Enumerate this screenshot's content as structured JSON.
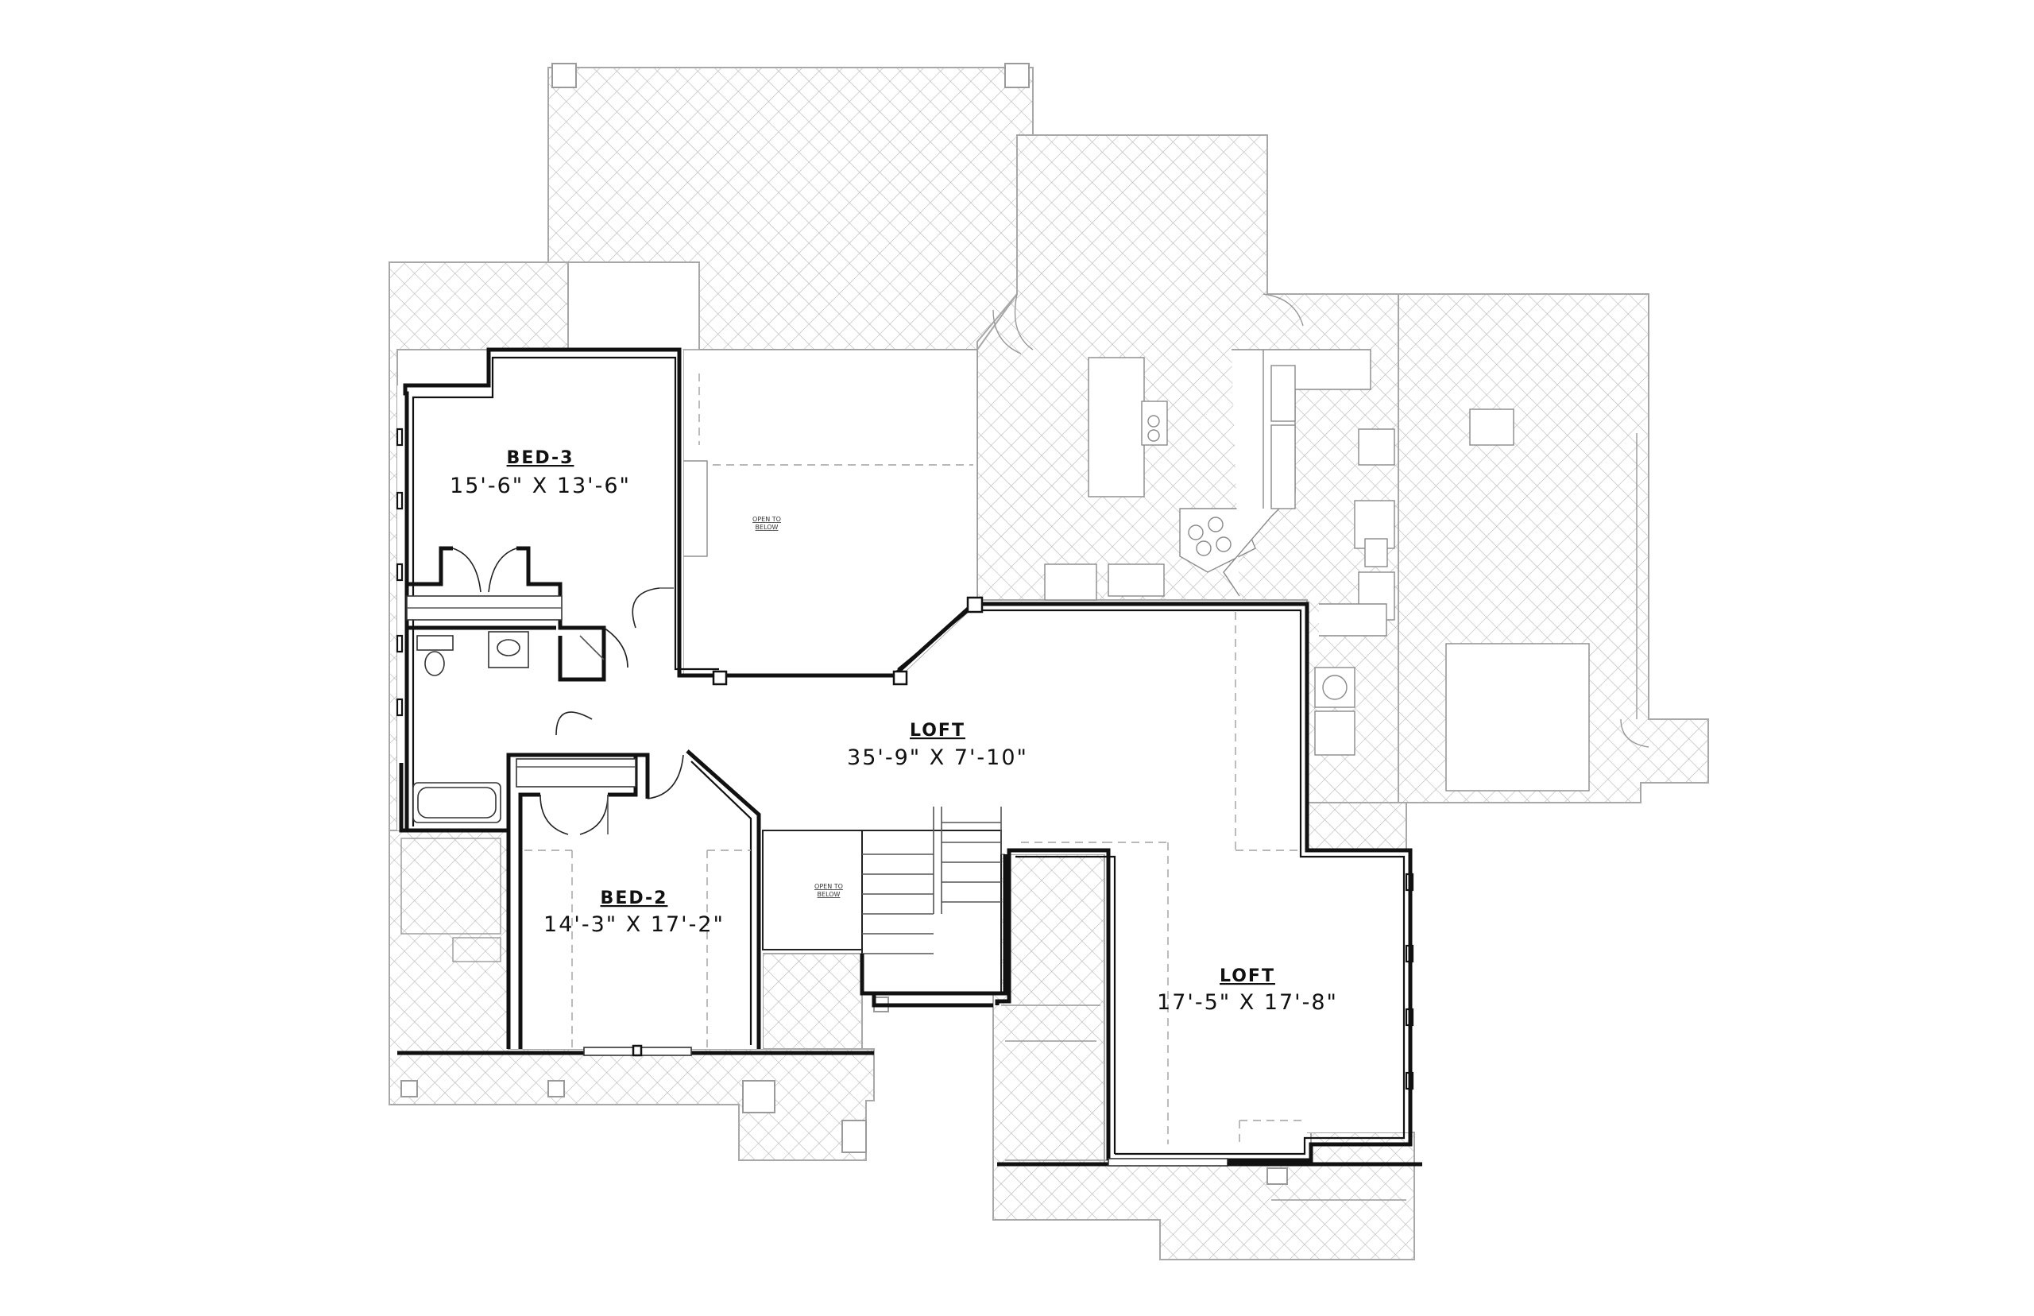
{
  "rooms": {
    "bed3": {
      "name": "BED-3",
      "dims": "15'-6\" X 13'-6\""
    },
    "bed2": {
      "name": "BED-2",
      "dims": "14'-3\" X 17'-2\""
    },
    "loft_main": {
      "name": "LOFT",
      "dims": "35'-9\" X 7'-10\""
    },
    "loft_east": {
      "name": "LOFT",
      "dims": "17'-5\" X 17'-8\""
    }
  },
  "notes": {
    "open_upper_line1": "OPEN TO",
    "open_upper_line2": "BELOW",
    "open_stair_line1": "OPEN TO",
    "open_stair_line2": "BELOW"
  },
  "colors": {
    "wall": "#111111",
    "below_floor_hatch": "#b5b5b5",
    "background": "#ffffff"
  }
}
